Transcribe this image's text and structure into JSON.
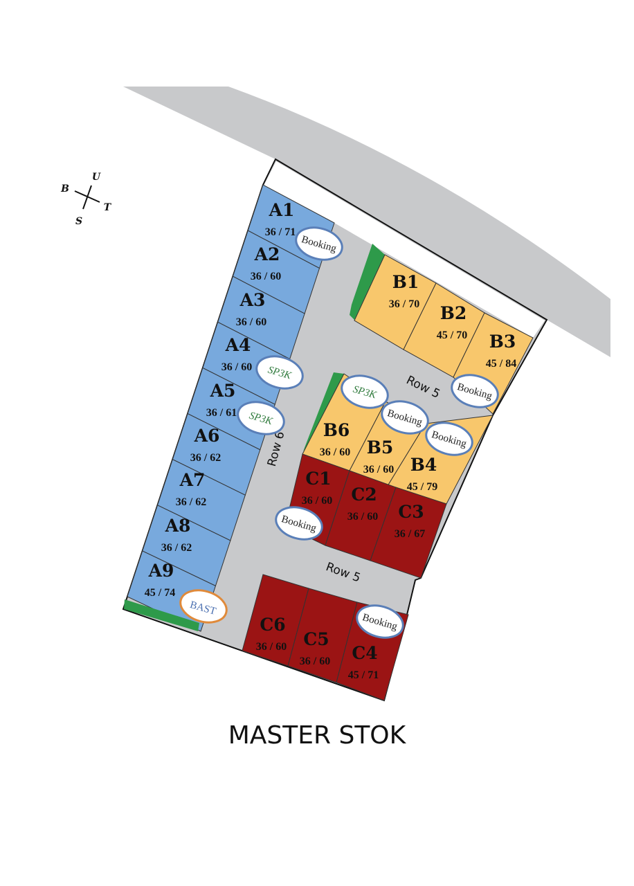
{
  "title": "MASTER STOK",
  "compass": {
    "north": "U",
    "south": "S",
    "east": "T",
    "west": "B"
  },
  "roads": {
    "row6": "Row 6",
    "row5_upper": "Row 5",
    "row5_lower": "Row 5"
  },
  "colors": {
    "block_a": "#78a9dd",
    "block_b": "#f8c76c",
    "block_c": "#9b1414",
    "road": "#c8c9cb",
    "green": "#2e9a4a",
    "badge_booking": "#222222",
    "badge_sp3k": "#2f7a3c",
    "badge_bast": "#4a6fb0",
    "badge_border": "#5a7fb8",
    "bast_border": "#e08a3a"
  },
  "lots": [
    {
      "id": "A1",
      "area": "36 / 71",
      "status": "Booking"
    },
    {
      "id": "A2",
      "area": "36 / 60",
      "status": null
    },
    {
      "id": "A3",
      "area": "36 / 60",
      "status": null
    },
    {
      "id": "A4",
      "area": "36 / 60",
      "status": "SP3K"
    },
    {
      "id": "A5",
      "area": "36 / 61",
      "status": "SP3K"
    },
    {
      "id": "A6",
      "area": "36 / 62",
      "status": null
    },
    {
      "id": "A7",
      "area": "36 / 62",
      "status": null
    },
    {
      "id": "A8",
      "area": "36 / 62",
      "status": null
    },
    {
      "id": "A9",
      "area": "45 / 74",
      "status": "BAST"
    },
    {
      "id": "B1",
      "area": "36 / 70",
      "status": null
    },
    {
      "id": "B2",
      "area": "45 / 70",
      "status": null
    },
    {
      "id": "B3",
      "area": "45 / 84",
      "status": "Booking"
    },
    {
      "id": "B4",
      "area": "45 / 79",
      "status": "Booking"
    },
    {
      "id": "B5",
      "area": "36 / 60",
      "status": "Booking"
    },
    {
      "id": "B6",
      "area": "36 / 60",
      "status": "SP3K"
    },
    {
      "id": "C1",
      "area": "36 / 60",
      "status": "Booking"
    },
    {
      "id": "C2",
      "area": "36 / 60",
      "status": null
    },
    {
      "id": "C3",
      "area": "36 / 67",
      "status": null
    },
    {
      "id": "C4",
      "area": "45 / 71",
      "status": "Booking"
    },
    {
      "id": "C5",
      "area": "36 / 60",
      "status": null
    },
    {
      "id": "C6",
      "area": "36 / 60",
      "status": null
    }
  ]
}
